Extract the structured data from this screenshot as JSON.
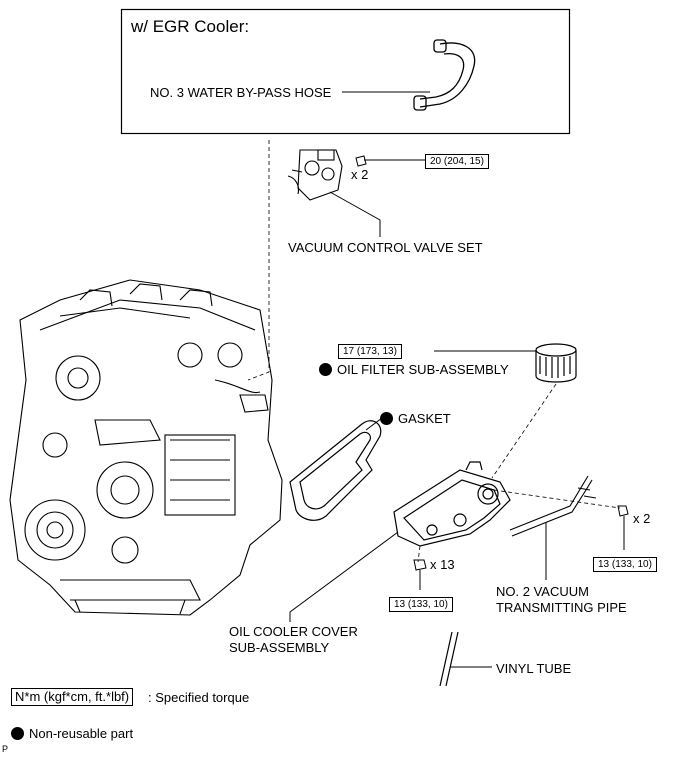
{
  "inset": {
    "title": "w/ EGR Cooler:",
    "hose_label": "NO. 3 WATER BY-PASS HOSE"
  },
  "labels": {
    "vacuum_control_valve": "VACUUM CONTROL VALVE SET",
    "oil_filter": "OIL FILTER SUB-ASSEMBLY",
    "gasket": "GASKET",
    "oil_cooler_line1": "OIL COOLER COVER",
    "oil_cooler_line2": "SUB-ASSEMBLY",
    "vacuum_pipe_line1": "NO. 2 VACUUM",
    "vacuum_pipe_line2": "TRANSMITTING PIPE",
    "vinyl_tube": "VINYL TUBE"
  },
  "torques": {
    "valve_bolt": "20 (204, 15)",
    "oil_filter": "17 (173, 13)",
    "cover_bolts": "13 (133, 10)",
    "pipe_nut": "13 (133, 10)"
  },
  "quantities": {
    "valve_bolt": "x 2",
    "cover_bolts": "x 13",
    "pipe_nut": "x 2"
  },
  "legend": {
    "torque_unit": "N*m (kgf*cm, ft.*lbf)",
    "torque_desc": ": Specified torque",
    "nonreusable": "Non-reusable part"
  },
  "corner_mark": "P"
}
